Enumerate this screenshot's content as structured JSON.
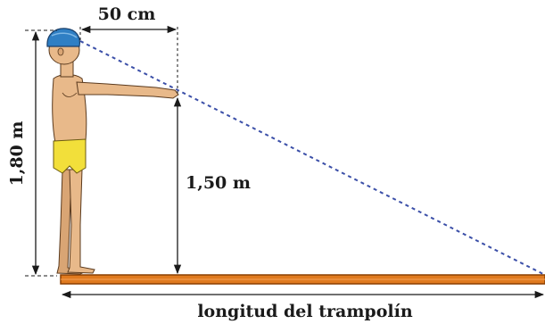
{
  "labels": {
    "arm_span": "50 cm",
    "height": "1,80 m",
    "eye_to_board": "1,50 m",
    "board_length": "longitud del trampolín"
  },
  "colors": {
    "board": "#e07a1f",
    "board_edge": "#8a3f00",
    "sight_line": "#3b4fa8",
    "skin": "#e8b98a",
    "cap": "#2f7fc4",
    "swimsuit": "#f2df3a",
    "dimension": "#1a1a1a"
  },
  "icons": [
    "swimmer-figure",
    "diving-board"
  ]
}
